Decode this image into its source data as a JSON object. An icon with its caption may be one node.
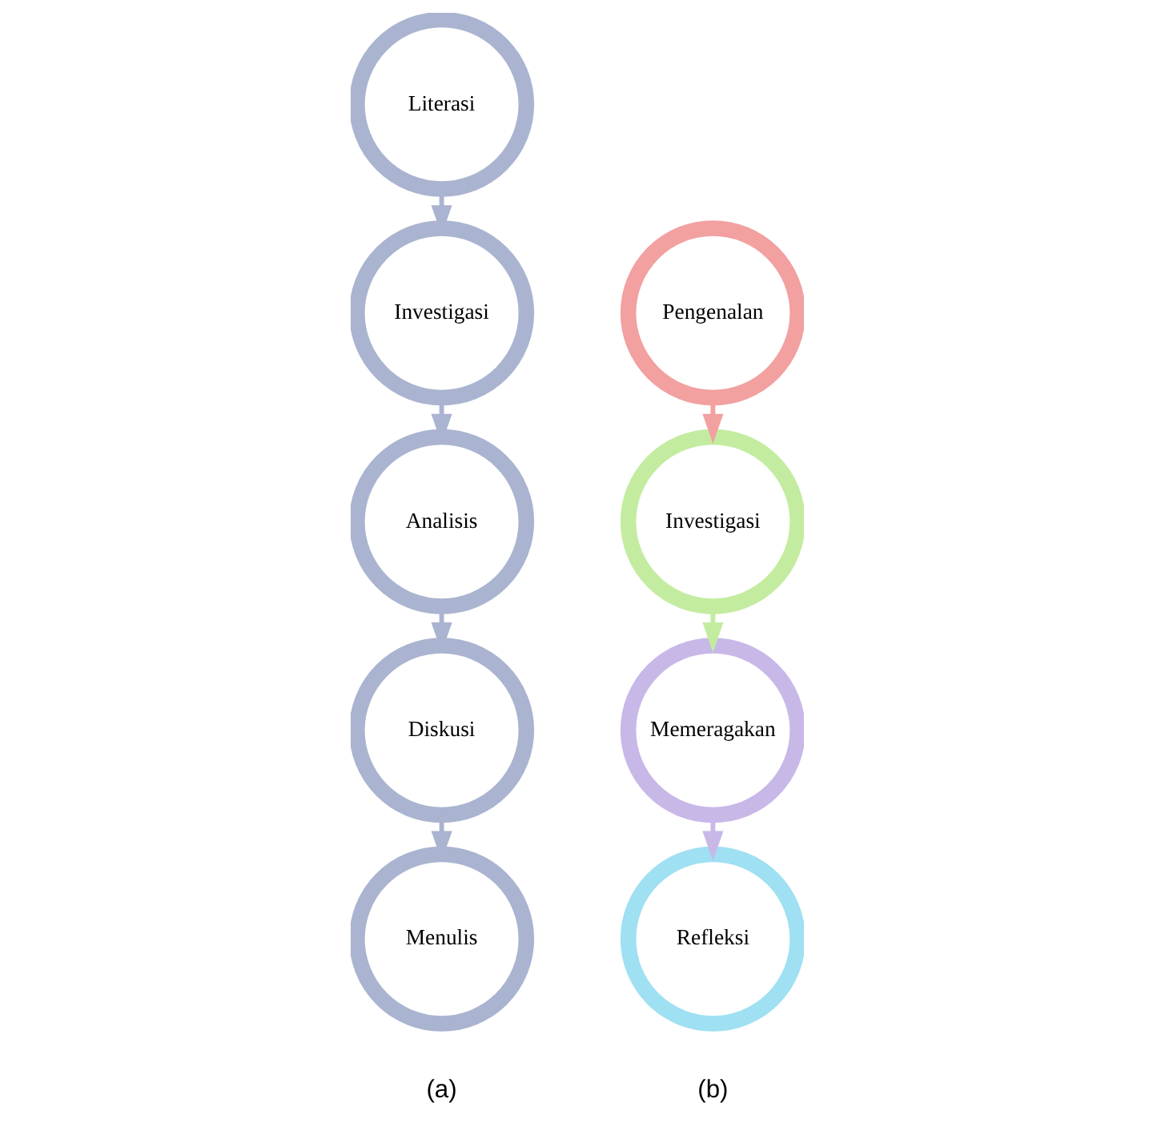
{
  "diagram": {
    "nodes": [
      {
        "text": [
          "Literasi"
        ]
      },
      {
        "text": [
          "Investigasi"
        ]
      },
      {
        "text": [
          "Analisis"
        ]
      },
      {
        "text": [
          "Diskusi"
        ]
      },
      {
        "text": [
          "Menulis"
        ]
      },
      {
        "text": [
          "Pengenalan"
        ]
      },
      {
        "text": [
          "Investigasi"
        ]
      },
      {
        "text": [
          "Memeragakan"
        ]
      },
      {
        "text": [
          "Refleksi"
        ]
      }
    ],
    "edges": [
      {
        "from": 0,
        "to": 1,
        "arrow": "to"
      },
      {
        "from": 1,
        "to": 2,
        "arrow": "to"
      },
      {
        "from": 2,
        "to": 3,
        "arrow": "to"
      },
      {
        "from": 3,
        "to": 4,
        "arrow": "to"
      },
      {
        "from": 5,
        "to": 6,
        "arrow": "to"
      },
      {
        "from": 6,
        "to": 7,
        "arrow": "to"
      },
      {
        "from": 7,
        "to": 8,
        "arrow": "to"
      }
    ],
    "labels": [
      "(a)",
      "(b)"
    ]
  }
}
